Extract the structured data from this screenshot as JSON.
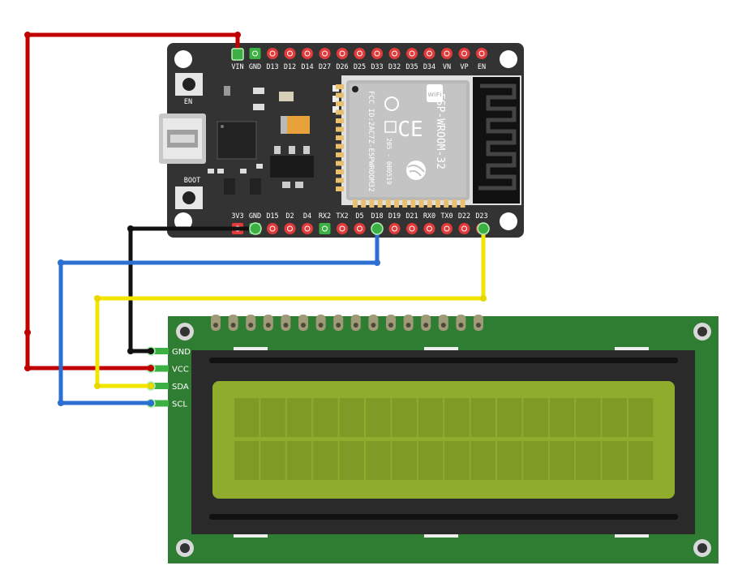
{
  "esp32": {
    "top_pins": [
      "VIN",
      "GND",
      "D13",
      "D12",
      "D14",
      "D27",
      "D26",
      "D25",
      "D33",
      "D32",
      "D35",
      "D34",
      "VN",
      "VP",
      "EN"
    ],
    "bottom_pins": [
      "3V3",
      "GND",
      "D15",
      "D2",
      "D4",
      "RX2",
      "TX2",
      "D5",
      "D18",
      "D19",
      "D21",
      "RX0",
      "TX0",
      "D22",
      "D23"
    ],
    "button_en_label": "EN",
    "button_boot_label": "BOOT",
    "module_name": "ESP-WROOM-32",
    "module_fcc": "FCC ID:2AC7Z-ESPWROOM32",
    "module_code": "205 - 000519",
    "wifi_badge": "WiFi"
  },
  "lcd": {
    "pins": [
      "GND",
      "VCC",
      "SDA",
      "SCL"
    ]
  },
  "colors": {
    "board": "#333333",
    "wire_power": "#c00000",
    "wire_ground": "#111111",
    "wire_scl": "#2a6fd1",
    "wire_sda": "#f2e600",
    "lcd_pcb": "#2f7d32",
    "lcd_screen": "#8fac2d"
  }
}
